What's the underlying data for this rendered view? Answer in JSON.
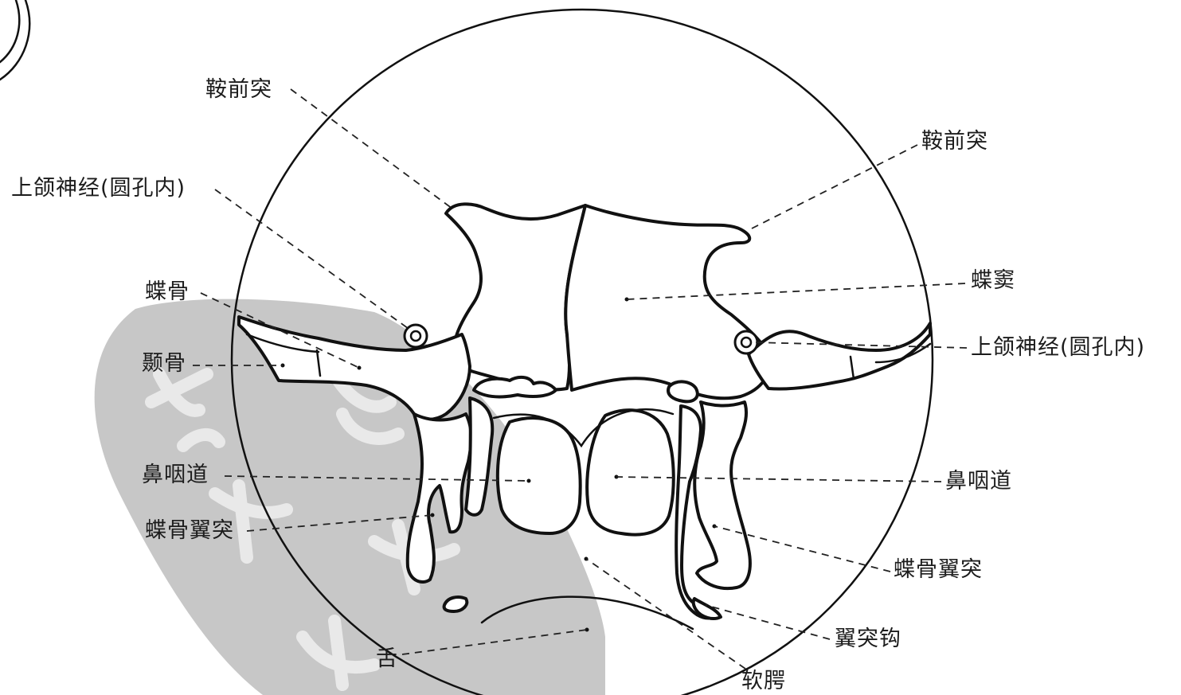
{
  "labels": {
    "anterior_clinoid_left": "鞍前突",
    "anterior_clinoid_right": "鞍前突",
    "maxillary_nerve_left": "上颌神经(圆孔内)",
    "maxillary_nerve_right": "上颌神经(圆孔内)",
    "sphenoid_bone": "蝶骨",
    "sphenoid_sinus": "蝶窦",
    "temporal_bone": "颞骨",
    "nasopharynx_left": "鼻咽道",
    "nasopharynx_right": "鼻咽道",
    "pterygoid_left": "蝶骨翼突",
    "pterygoid_right": "蝶骨翼突",
    "hamulus": "翼突钩",
    "tongue": "舌",
    "soft_palate": "软腭"
  },
  "colors": {
    "line": "#111111",
    "watermark": "#bdbdbd",
    "background": "#ffffff"
  }
}
